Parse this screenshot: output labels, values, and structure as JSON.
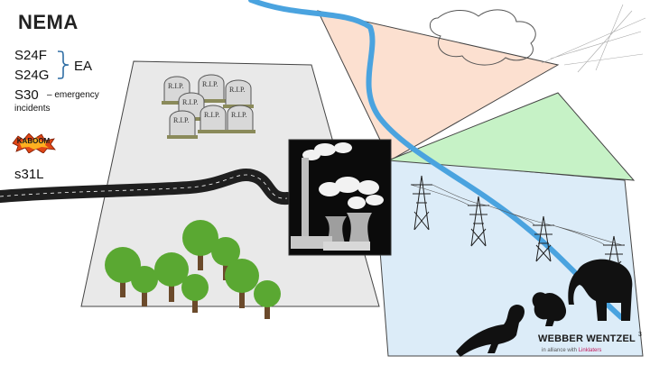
{
  "title": "NEMA",
  "codes": {
    "s24f": "S24F",
    "s24g": "S24G",
    "ea": "EA",
    "s30": "S30",
    "s30_desc": "– emergency",
    "s30_desc2": "incidents",
    "s31l": "s31L"
  },
  "kaboom": "KABOOM",
  "graves": [
    "R.I.P.",
    "R.I.P.",
    "R.I.P.",
    "R.I.P.",
    "R.I.P.",
    "R.I.P.",
    "R.I.P."
  ],
  "logo": {
    "name": "WEBBER WENTZEL",
    "tagline_prefix": "in alliance with",
    "tagline_brand": "Linklaters"
  },
  "page_number": "3",
  "colors": {
    "land": "#e9e9e9",
    "water": "#dcecf8",
    "air": "#fce0d0",
    "green": "#c6f2c6",
    "river": "#4aa3df",
    "tree": "#5aa832"
  }
}
